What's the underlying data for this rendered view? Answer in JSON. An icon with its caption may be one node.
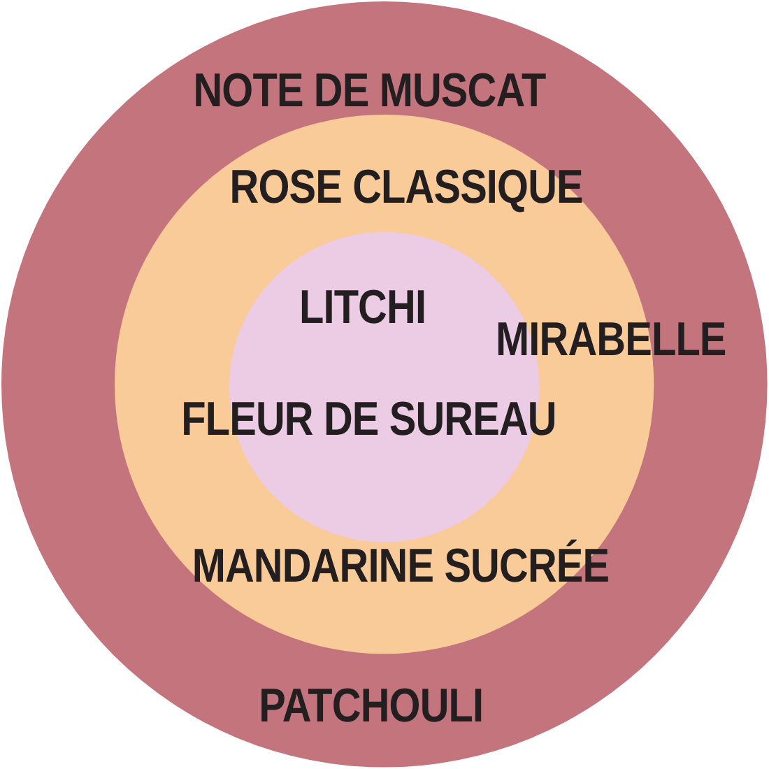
{
  "diagram": {
    "nodes": [
      {
        "text": [
          "NOTE DE MUSCAT",
          "PATCHOULI"
        ]
      },
      {
        "text": [
          "ROSE CLASSIQUE",
          "MIRABELLE",
          "MANDARINE SUCRÉE"
        ],
        "in": 0
      },
      {
        "text": [
          "LITCHI",
          "FLEUR DE SUREAU"
        ],
        "in": 1
      }
    ]
  }
}
